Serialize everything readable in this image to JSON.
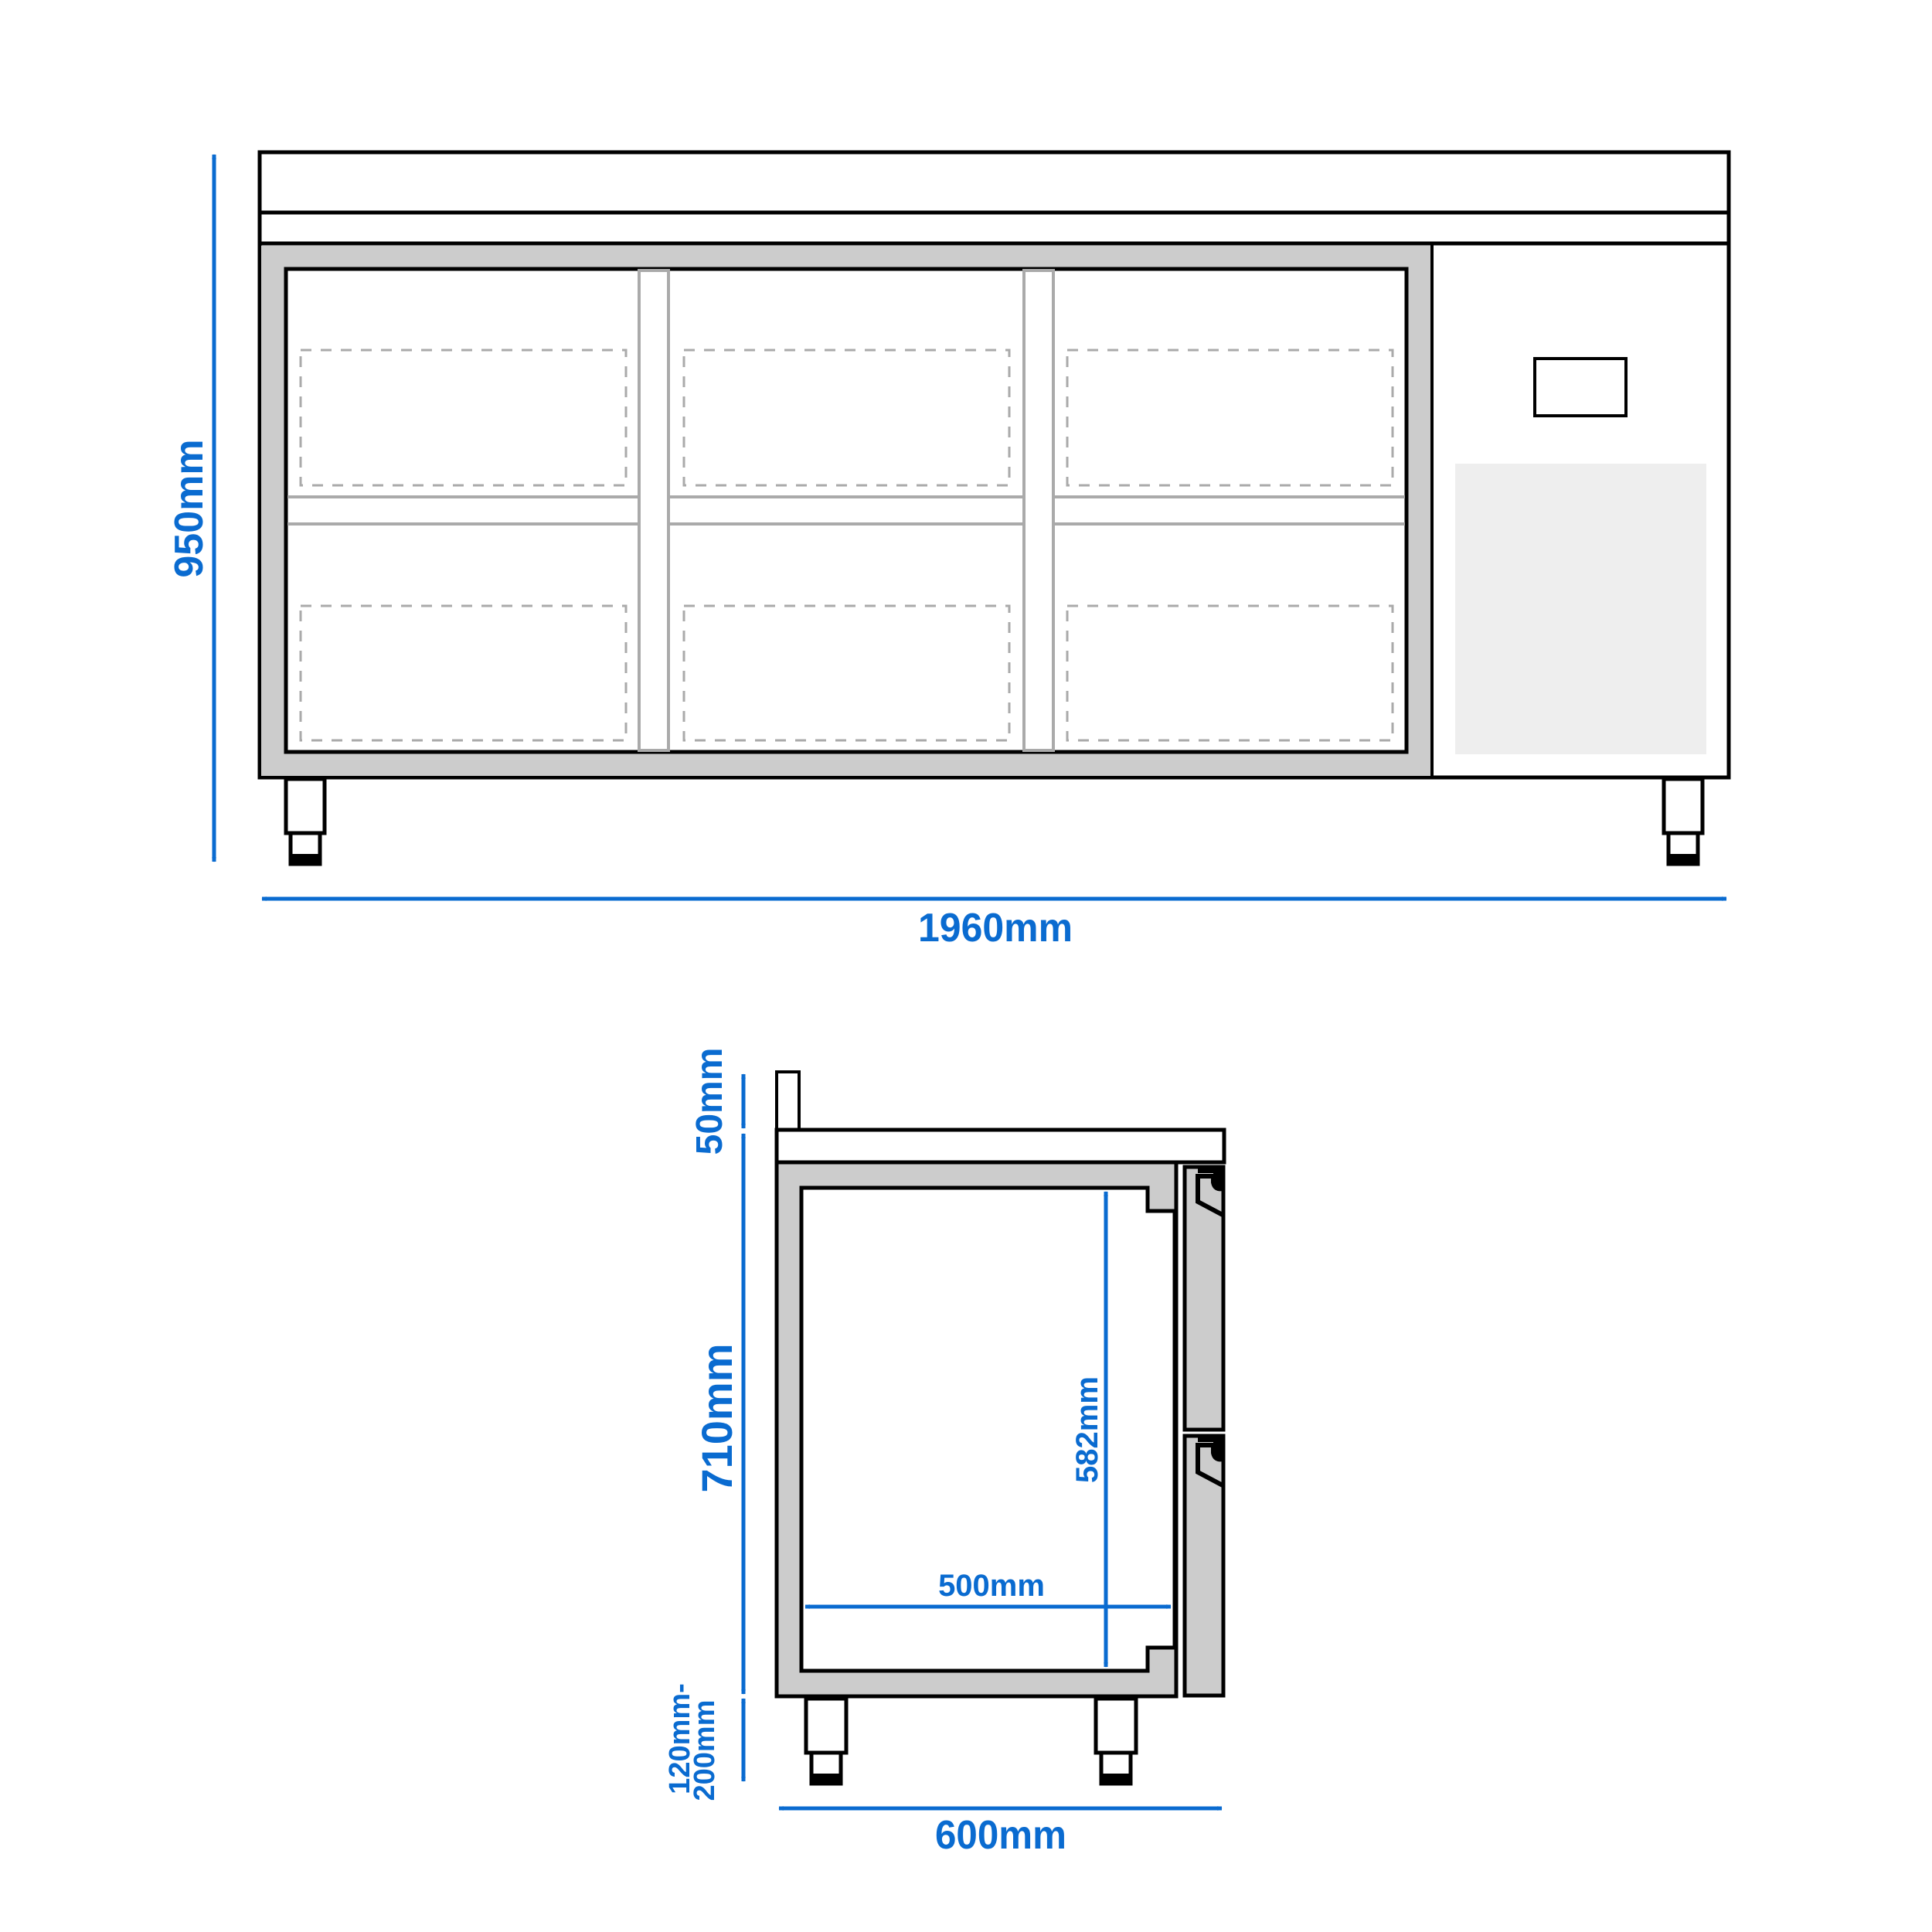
{
  "colors": {
    "dimension_blue": "#0a6bd0",
    "outline": "#000000",
    "frame_gray": "#cccccc",
    "panel_gray": "#eeeeee",
    "divider_gray": "#aaaaaa",
    "dashed_gray": "#aaaaaa",
    "background": "#ffffff"
  },
  "front_view": {
    "doors": 3,
    "shelves_per_door": 2,
    "dimensions": {
      "height": "950mm",
      "width": "1960mm"
    }
  },
  "side_view": {
    "drawers_visible": 2,
    "dimensions": {
      "backsplash": "50mm",
      "body_height": "710mm",
      "leg_height_line1": "120mm-",
      "leg_height_line2": "200mm",
      "depth": "600mm",
      "inner_height": "582mm",
      "inner_depth": "500mm"
    }
  }
}
